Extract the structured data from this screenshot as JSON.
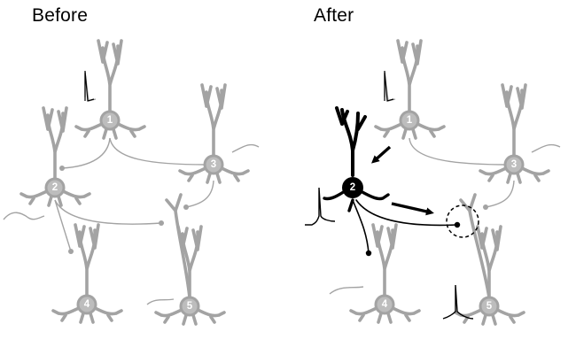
{
  "panels": {
    "before": {
      "title": "Before"
    },
    "after": {
      "title": "After"
    }
  },
  "neuron_labels": [
    "1",
    "2",
    "3",
    "4",
    "5"
  ],
  "colors": {
    "neuron_gray": "#a3a3a3",
    "fill_gray": "#bdbdbd",
    "highlight": "#000000",
    "background": "#ffffff"
  }
}
